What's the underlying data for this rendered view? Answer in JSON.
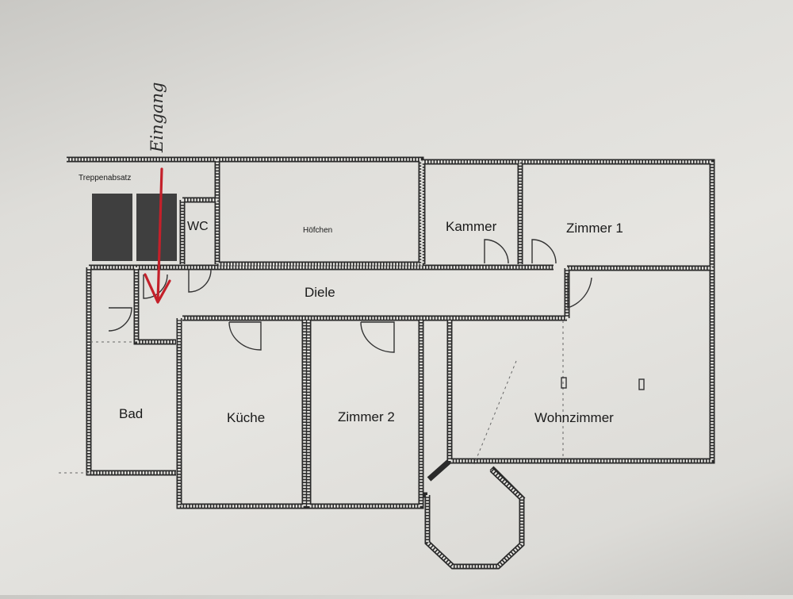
{
  "plan": {
    "rooms": {
      "treppenabsatz": "Treppenabsatz",
      "wc": "WC",
      "hoefchen": "Höfchen",
      "kammer": "Kammer",
      "zimmer1": "Zimmer 1",
      "diele": "Diele",
      "bad": "Bad",
      "kueche": "Küche",
      "zimmer2": "Zimmer 2",
      "wohnzimmer": "Wohnzimmer"
    },
    "annotation": {
      "handwritten_text": "Eingang",
      "arrow_color": "#c4202a"
    },
    "colors": {
      "wall": "#2a2a2a",
      "stair_fill": "#3f3f3f"
    }
  }
}
